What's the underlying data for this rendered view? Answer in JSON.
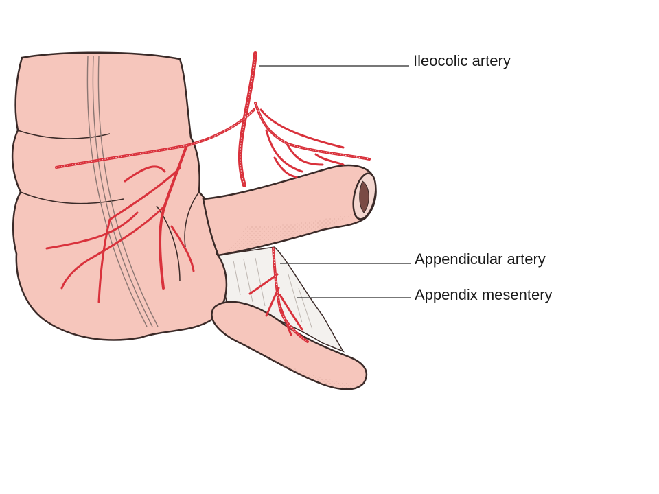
{
  "labels": {
    "ileocolic_artery": "Ileocolic artery",
    "appendicular_artery": "Appendicular artery",
    "appendix_mesentery": "Appendix mesentery"
  },
  "colors": {
    "tissue": "#f6c6bc",
    "tissue_outline": "#3a2a28",
    "artery": "#d9323c",
    "mesentery": "#f3f1ee",
    "text": "#1a1a1a"
  }
}
